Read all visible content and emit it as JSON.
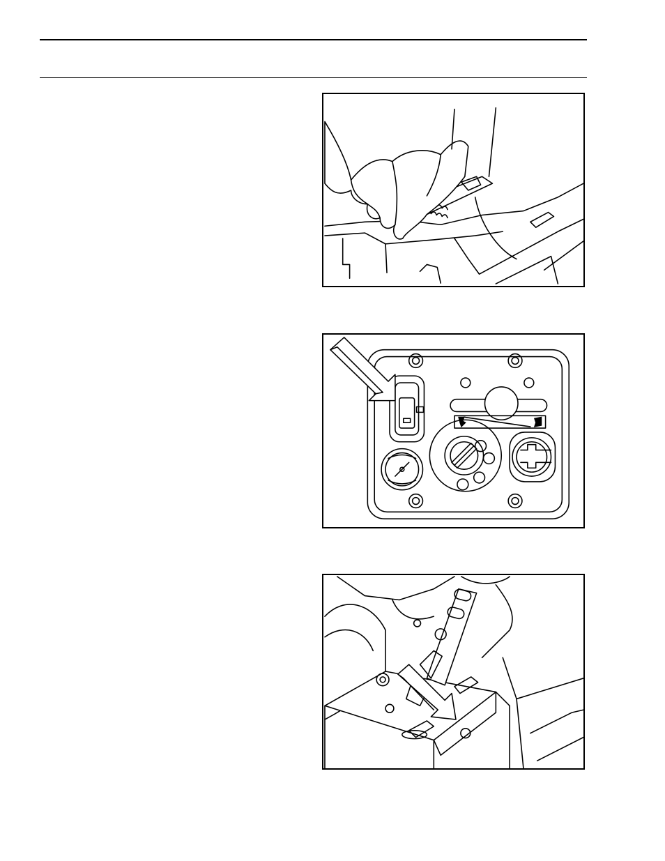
{
  "page": {
    "figures": [
      {
        "id": "fig-hand-spring",
        "subject": "hand-pressing-lever-icon"
      },
      {
        "id": "fig-control-panel",
        "subject": "control-panel-icon"
      },
      {
        "id": "fig-handle-lever",
        "subject": "lever-handle-icon"
      }
    ]
  }
}
